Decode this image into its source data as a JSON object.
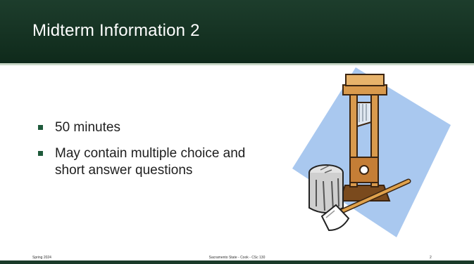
{
  "slide": {
    "title": "Midterm Information 2",
    "bullets": [
      "50 minutes",
      "May contain multiple choice and short answer questions"
    ],
    "footer": {
      "left": "Spring 2024",
      "center": "Sacramento State - Cook - CSc 130",
      "right": "2"
    },
    "clipart": "guillotine-and-axe-icon",
    "colors": {
      "header_bg": "#0f2a1b",
      "bullet": "#1e5a3b",
      "diamond": "#a9c8ef"
    }
  }
}
